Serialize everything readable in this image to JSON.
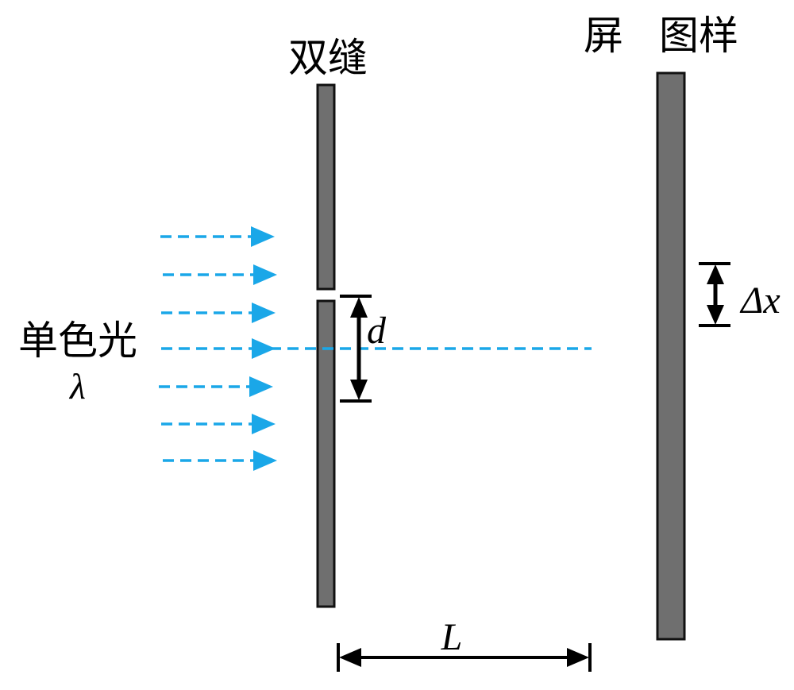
{
  "labels": {
    "double_slit": "双缝",
    "screen": "屏",
    "pattern": "图样",
    "monochromatic_light": "单色光",
    "wavelength": "λ",
    "slit_separation": "d",
    "fringe_spacing": "Δx",
    "distance": "L"
  },
  "colors": {
    "light_ray": "#1aa7e8",
    "barrier_fill": "#6f6f6f",
    "barrier_stroke": "#111111",
    "dimension": "#000000"
  },
  "icons": {
    "ray": "dashed-arrow-right",
    "dimension": "double-headed-arrow"
  }
}
